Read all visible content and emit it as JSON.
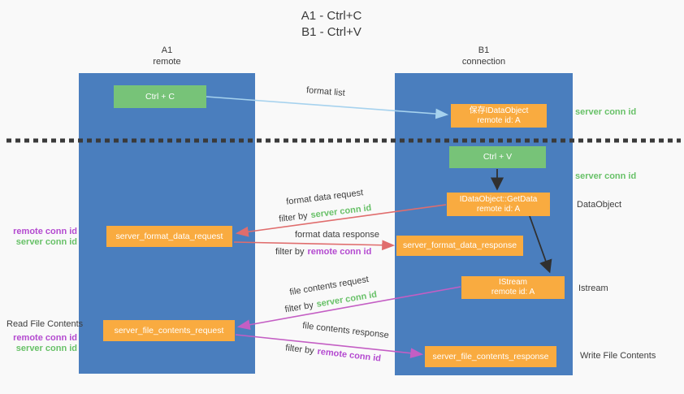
{
  "title": {
    "line1": "A1 - Ctrl+C",
    "line2": "B1 - Ctrl+V"
  },
  "lanes": {
    "left": {
      "name": "A1",
      "role": "remote"
    },
    "right": {
      "name": "B1",
      "role": "connection"
    }
  },
  "nodes": {
    "ctrl_c": {
      "label": "Ctrl + C"
    },
    "ctrl_v": {
      "label": "Ctrl + V"
    },
    "save_dataobject": {
      "line1": "保存IDataObject",
      "line2": "remote id: A"
    },
    "getdata": {
      "line1": "IDataObject::GetData",
      "line2": "remote id: A"
    },
    "istream": {
      "line1": "IStream",
      "line2": "remote id: A"
    },
    "format_request": {
      "label": "server_format_data_request"
    },
    "format_response": {
      "label": "server_format_data_response"
    },
    "file_request": {
      "label": "server_file_contents_request"
    },
    "file_response": {
      "label": "server_file_contents_response"
    }
  },
  "arrow_labels": {
    "format_list": "format list",
    "format_data_request": "format data request",
    "format_data_response": "format data response",
    "file_contents_request": "file contents request",
    "file_contents_response": "file contents response",
    "filter_by": "filter by",
    "server_conn_id": "server conn id",
    "remote_conn_id": "remote conn id"
  },
  "side_labels": {
    "server_conn_id": "server conn id",
    "remote_conn_id": "remote conn id",
    "dataobject": "DataObject",
    "istream": "Istream",
    "read_file_contents": "Read File Contents",
    "write_file_contents": "Write File Contents"
  },
  "colors": {
    "background": "#f9f9f9",
    "lane_blue": "#4a7ebe",
    "node_green": "#77c378",
    "node_orange": "#f9ab40",
    "arrow_red": "#e06d6d",
    "arrow_magenta": "#c45ec4",
    "arrow_light_blue": "#a6d2ee",
    "arrow_black": "#303030",
    "label_green": "#68c168",
    "label_purple": "#b44ad0",
    "text_dark": "#3c3c3c"
  }
}
